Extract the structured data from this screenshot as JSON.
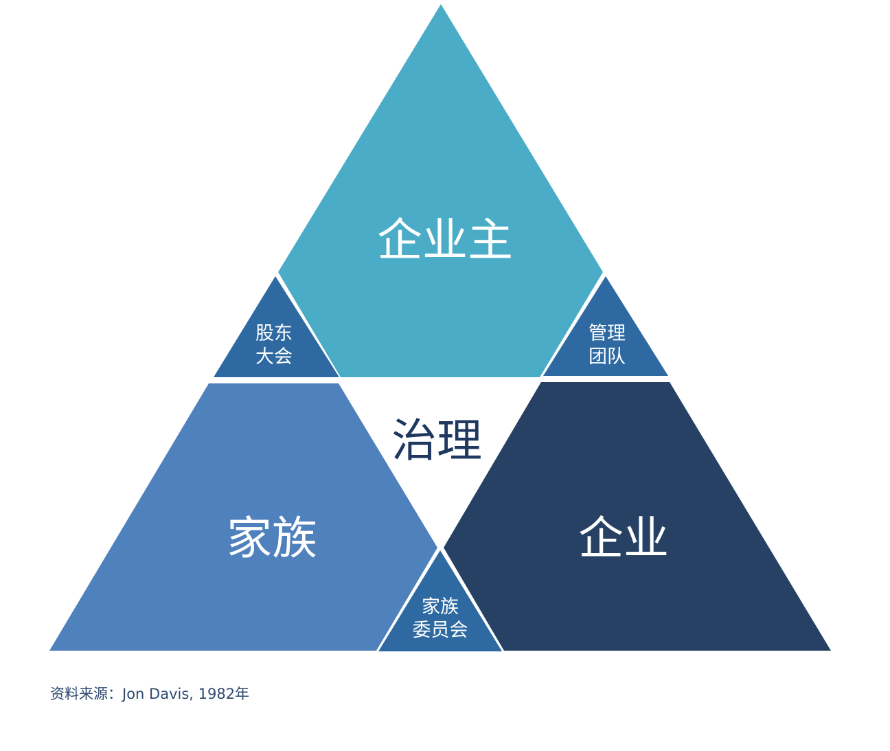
{
  "diagram": {
    "owners": {
      "label": "企业主",
      "color": "#4aacc6"
    },
    "family": {
      "label": "家族",
      "color": "#4f81bd"
    },
    "business": {
      "label": "企业",
      "color": "#264163"
    },
    "governance": {
      "label": "治理",
      "color": "#1f3860"
    },
    "shareholders_meeting": {
      "line1": "股东",
      "line2": "大会",
      "color": "#2e6aa1"
    },
    "management_team": {
      "line1": "管理",
      "line2": "团队",
      "color": "#2e6aa1"
    },
    "family_council": {
      "line1": "家族",
      "line2": "委员会",
      "color": "#2e6aa1"
    }
  },
  "source_note": "资料来源：Jon Davis, 1982年"
}
